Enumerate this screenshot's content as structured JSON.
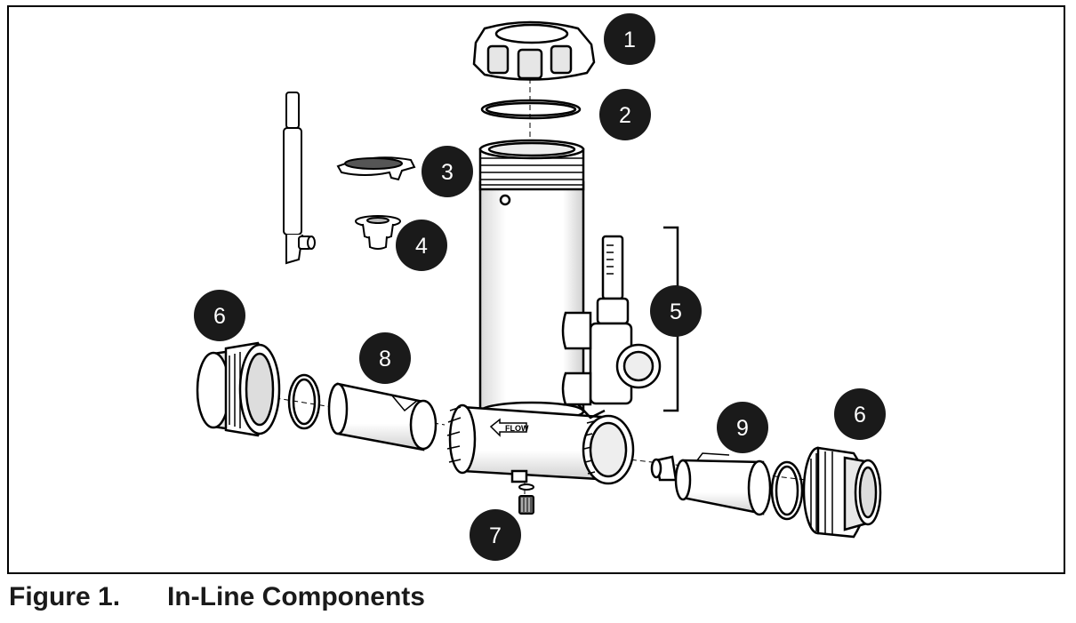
{
  "caption": {
    "label": "Figure 1.",
    "title": "In-Line Components"
  },
  "callouts": {
    "c1": "1",
    "c2": "2",
    "c3": "3",
    "c4": "4",
    "c5": "5",
    "c6_left": "6",
    "c6_right": "6",
    "c7": "7",
    "c8": "8",
    "c9": "9"
  },
  "body_text": {
    "flow": "FLOW"
  },
  "colors": {
    "ink": "#000000",
    "callout_fill": "#1a1a1a",
    "part_fill": "#ffffff",
    "shade": "#cfcfcf"
  }
}
